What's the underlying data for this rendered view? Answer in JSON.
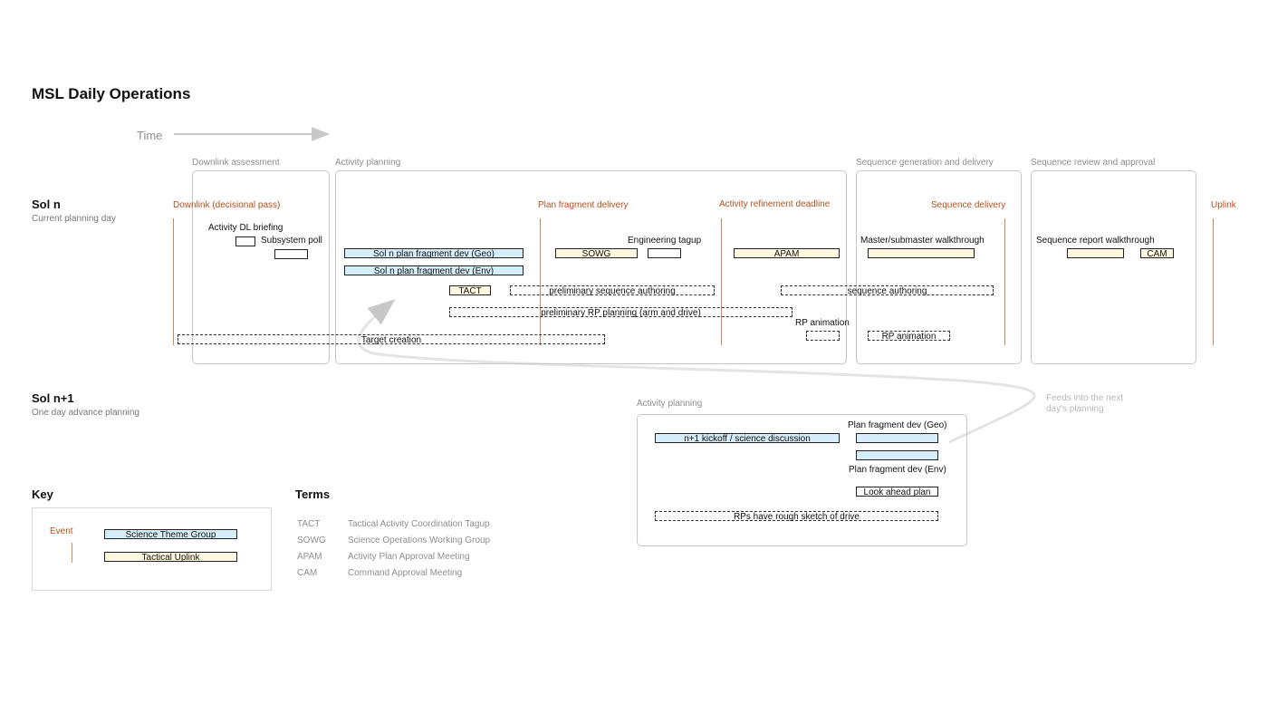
{
  "title": "MSL Daily Operations",
  "time_label": "Time",
  "phases": {
    "downlink_assessment": "Downlink assessment",
    "activity_planning": "Activity planning",
    "sequence_generation": "Sequence generation and delivery",
    "sequence_review": "Sequence review and approval",
    "activity_planning_n1": "Activity planning"
  },
  "rows": {
    "sol_n": {
      "title": "Sol n",
      "subtitle": "Current planning day"
    },
    "sol_n1": {
      "title": "Sol n+1",
      "subtitle": "One day advance planning"
    }
  },
  "events": {
    "downlink": "Downlink (decisional pass)",
    "plan_fragment_delivery": "Plan fragment delivery",
    "activity_refinement": "Activity refinement deadline",
    "sequence_delivery": "Sequence delivery",
    "uplink": "Uplink"
  },
  "labels": {
    "activity_dl_briefing": "Activity DL briefing",
    "subsystem_poll": "Subsystem poll",
    "engineering_tagup": "Engineering tagup",
    "master_walkthrough": "Master/submaster walkthrough",
    "seq_report_walkthrough": "Sequence report walkthrough",
    "rp_animation_label": "RP animation",
    "plan_frag_geo": "Plan fragment dev (Geo)",
    "plan_frag_env": "Plan fragment dev (Env)"
  },
  "bars": {
    "geo": "Sol n plan fragment dev (Geo)",
    "env": "Sol n plan fragment dev (Env)",
    "sowg": "SOWG",
    "apam": "APAM",
    "cam": "CAM",
    "tact": "TACT",
    "prelim_seq": "preliminary sequence authoring",
    "seq_auth": "sequence authoring",
    "prelim_rp": "preliminary RP planning (arm and drive)",
    "target_creation": "Target creation",
    "rp_animation": "RP animation",
    "kickoff": "n+1 kickoff / science discussion",
    "look_ahead": "Look ahead plan",
    "rps_sketch": "RPs have rough sketch of drive"
  },
  "feeds_note": "Feeds into the next day's planning",
  "key": {
    "title": "Key",
    "event": "Event",
    "science_theme_group": "Science Theme Group",
    "tactical_uplink": "Tactical Uplink"
  },
  "terms": {
    "title": "Terms",
    "items": [
      {
        "abbr": "TACT",
        "def": "Tactical Activity Coordination Tagup"
      },
      {
        "abbr": "SOWG",
        "def": "Science Operations Working Group"
      },
      {
        "abbr": "APAM",
        "def": "Activity Plan Approval Meeting"
      },
      {
        "abbr": "CAM",
        "def": "Command Approval Meeting"
      }
    ]
  },
  "colors": {
    "event": "#b4501e",
    "science_theme_group": "#d6eefa",
    "tactical_uplink": "#fdf8df"
  }
}
